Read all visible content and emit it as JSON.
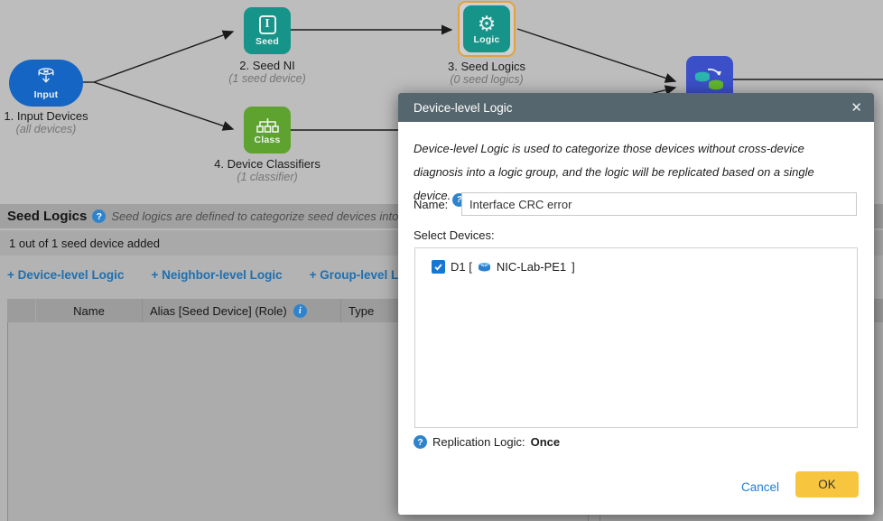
{
  "diagram": {
    "nodes": [
      {
        "badge": "Input",
        "label": "1. Input Devices",
        "sublabel": "(all devices)"
      },
      {
        "badge": "Seed",
        "label": "2. Seed NI",
        "sublabel": "(1 seed device)"
      },
      {
        "badge": "Logic",
        "label": "3. Seed Logics",
        "sublabel": "(0 seed logics)"
      },
      {
        "badge": "Class",
        "label": "4. Device Classifiers",
        "sublabel": "(1 classifier)"
      }
    ],
    "icon_glyphs": {
      "seed": "I",
      "gear": "⚙"
    }
  },
  "seed_logics_panel": {
    "title": "Seed Logics",
    "help_glyph": "?",
    "description": "Seed logics are defined to categorize seed devices into logic group",
    "status": "1 out of 1 seed device added",
    "actions": [
      "+ Device-level Logic",
      "+ Neighbor-level Logic",
      "+ Group-level Logic"
    ],
    "table_columns": [
      "Name",
      "Alias [Seed Device] (Role)",
      "Type"
    ],
    "info_glyph": "i"
  },
  "modal": {
    "title": "Device-level Logic",
    "close_glyph": "✕",
    "description": "Device-level Logic is used to categorize those devices without cross-device diagnosis into a logic group, and the logic will be replicated based on a single device.",
    "help_glyph": "?",
    "name_label": "Name:",
    "name_value": "Interface CRC error",
    "select_devices_label": "Select Devices:",
    "devices": [
      {
        "prefix": "D1 [",
        "device_name": "NIC-Lab-PE1",
        "suffix": "]",
        "checked": true
      }
    ],
    "replication_label": "Replication Logic:",
    "replication_value": "Once",
    "cancel_label": "Cancel",
    "ok_label": "OK"
  },
  "colors": {
    "modal_header": "#56666e",
    "ok_button": "#f8c63e",
    "link_blue": "#1e6fb0",
    "node_input_blue": "#1565c4",
    "node_teal": "#17948a",
    "node_green": "#5ea32f",
    "node_match_blue": "#3b50c8",
    "selection_orange": "#e2a23c",
    "checkbox_blue": "#1677d2"
  }
}
